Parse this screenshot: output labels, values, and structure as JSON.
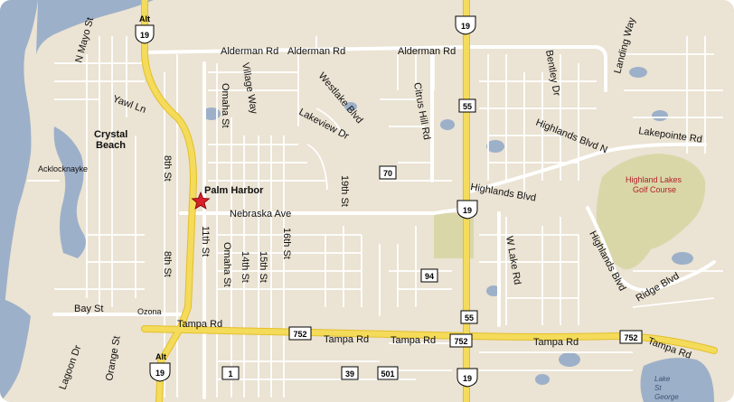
{
  "map": {
    "water_labels": {
      "lake_st_george": [
        "Lake",
        "St",
        "George"
      ]
    },
    "places": {
      "crystal_beach": [
        "Crystal",
        "Beach"
      ],
      "palm_harbor": "Palm Harbor",
      "acklocknayke": "Acklocknayke",
      "ozona": "Ozona"
    },
    "poi": {
      "highland_lakes_golf": [
        "Highland Lakes",
        "Golf Course"
      ]
    },
    "roads": {
      "n_mayo_st": "N Mayo St",
      "alderman_1": "Alderman Rd",
      "alderman_2": "Alderman Rd",
      "alderman_3": "Alderman Rd",
      "yawl_ln": "Yawl Ln",
      "village_way": "Village Way",
      "omaha_st_n": "Omaha St",
      "westlake_blvd": "Westlake Blvd",
      "lakeview_dr": "Lakeview Dr",
      "citrus_hill_rd": "Citrus Hill Rd",
      "bentley_dr": "Bentley Dr",
      "landing_way": "Landing Way",
      "highlands_blvd_n": "Highlands Blvd N",
      "lakepointe_rd": "Lakepointe Rd",
      "highlands_blvd": "Highlands Blvd",
      "nebraska_ave": "Nebraska Ave",
      "st_19th": "19th St",
      "st_8th_n": "8th St",
      "st_8th_s": "8th St",
      "st_11th": "11th St",
      "omaha_st_s": "Omaha St",
      "st_14th": "14th St",
      "st_15th": "15th St",
      "st_16th": "16th St",
      "w_lake_rd": "W Lake Rd",
      "highlands_blvd_s": "Highlands Blvd",
      "ridge_blvd": "Ridge Blvd",
      "bay_st": "Bay St",
      "tampa_rd_1": "Tampa Rd",
      "tampa_rd_2": "Tampa Rd",
      "tampa_rd_3": "Tampa Rd",
      "tampa_rd_4": "Tampa Rd",
      "tampa_rd_5": "Tampa Rd",
      "orange_st": "Orange St",
      "lagoon_dr": "Lagoon Dr"
    },
    "shields": {
      "alt_top": "Alt",
      "alt_bottom": "Alt",
      "us19_topleft": "19",
      "us19_top": "19",
      "us19_mid": "19",
      "us19_bottom": "19",
      "us19_bottomleft": "19",
      "sr55_n": "55",
      "sr55_s": "55",
      "sr70": "70",
      "sr94": "94",
      "sr752_1": "752",
      "sr752_2": "752",
      "sr752_3": "752",
      "sr1": "1",
      "sr39": "39",
      "sr501": "501"
    },
    "colors": {
      "land": "#ebe3d3",
      "water": "#9db0c9",
      "highway": "#f4db5a",
      "arterial": "#ffffff",
      "park": "#d9d7a8",
      "marker": "#d6202a"
    }
  }
}
